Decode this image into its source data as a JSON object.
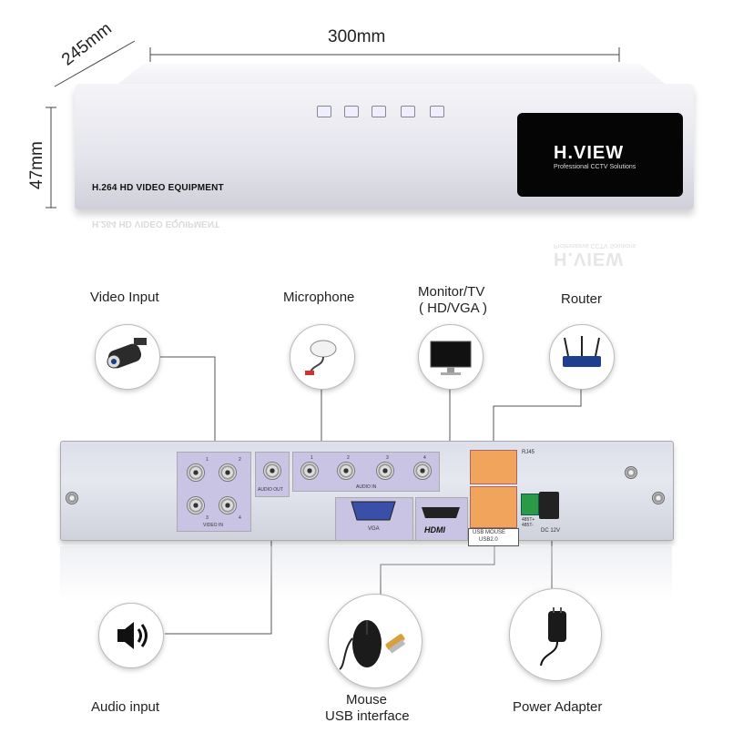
{
  "dimensions": {
    "width": "300mm",
    "depth": "245mm",
    "height": "47mm"
  },
  "front_panel": {
    "label": "H.264 HD VIDEO EQUIPMENT",
    "brand": "H.VIEW",
    "tagline": "Professional CCTV Solutions"
  },
  "devices": {
    "video_input": "Video Input",
    "microphone": "Microphone",
    "monitor_line1": "Monitor/TV",
    "monitor_line2": "( HD/VGA )",
    "router": "Router",
    "audio_input": "Audio input",
    "mouse_line1": "Mouse",
    "mouse_line2": "USB interface",
    "power_adapter": "Power Adapter"
  },
  "rear_panel": {
    "video_in": "VIDEO IN",
    "audio_out": "AUDIO OUT",
    "audio_in": "AUDIO IN",
    "vga": "VGA",
    "hdmi": "HDMI",
    "rj45": "RJ45",
    "usb_mouse": "USB MOUSE",
    "usb_version": "USB2.0",
    "rs485": "485T+ 485T-",
    "dc": "DC 12V",
    "video_numbers": [
      "1",
      "2",
      "3",
      "4"
    ],
    "audio_numbers": [
      "1",
      "2",
      "3",
      "4"
    ]
  },
  "colors": {
    "port_panel": "#c9c4e4",
    "network_port": "#f1a55c",
    "terminal": "#2a9a45"
  }
}
